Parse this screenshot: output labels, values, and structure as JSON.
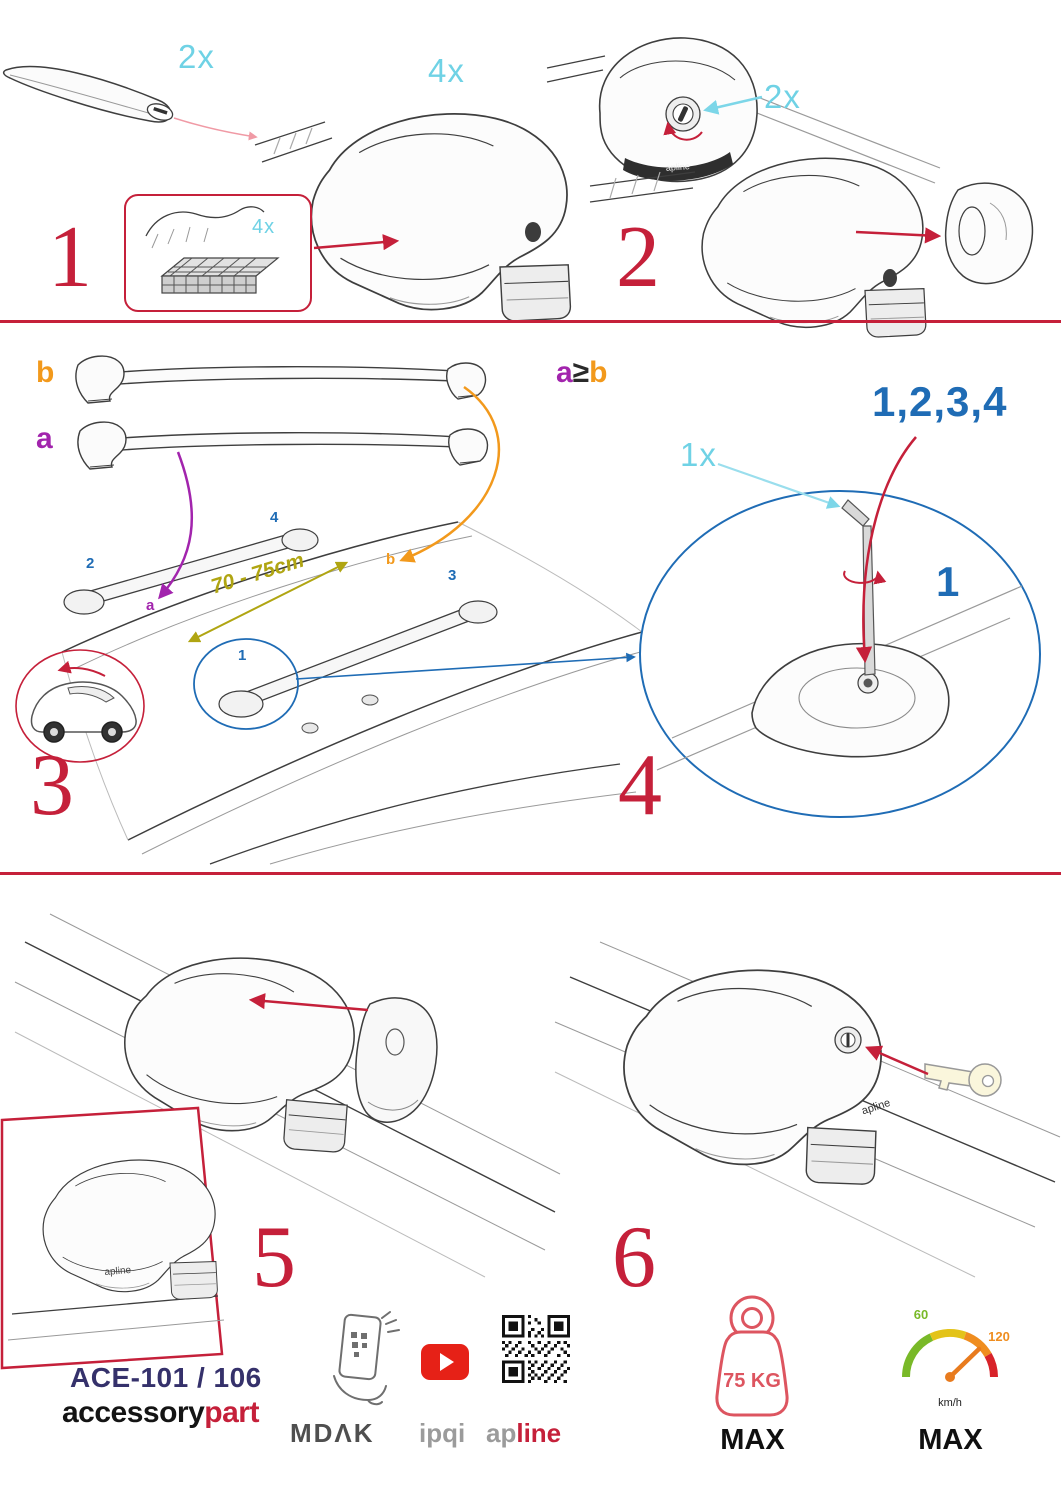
{
  "colors": {
    "accent_red": "#c5203a",
    "cyan": "#6fd2e5",
    "blue": "#1f6cb5",
    "purple": "#a224ad",
    "orange": "#f2991c",
    "olive_yellow": "#b0a512",
    "navy": "#35316b"
  },
  "step1": {
    "number": "1",
    "bar_qty": "2x",
    "foot_qty": "4x",
    "pad_qty": "4x"
  },
  "step2": {
    "number": "2",
    "lock_qty": "2x",
    "foot_brand": "apline"
  },
  "step3": {
    "number": "3",
    "bar_b": "b",
    "bar_a": "a",
    "distance": "70 - 75cm",
    "pos_1": "1",
    "pos_2": "2",
    "pos_3": "3",
    "pos_4": "4",
    "roof_a": "a",
    "roof_b": "b"
  },
  "step4": {
    "number": "4",
    "rule_a": "a",
    "rule_gte": "≥",
    "rule_b": "b",
    "order": "1,2,3,4",
    "key_qty": "1x",
    "first": "1"
  },
  "step5": {
    "number": "5"
  },
  "step6": {
    "number": "6",
    "foot_brand": "apline"
  },
  "footer": {
    "product_code": "ACE-101 / 106",
    "brand_black": "accessory",
    "brand_red": "part",
    "mdak": "MDΛK",
    "ipqi": "ipqi",
    "apline_grey": "ap",
    "apline_red": "line",
    "weight": "75 KG",
    "weight_max": "MAX",
    "speed_low": "60",
    "speed_high": "120",
    "speed_unit": "km/h",
    "speed_max": "MAX"
  }
}
